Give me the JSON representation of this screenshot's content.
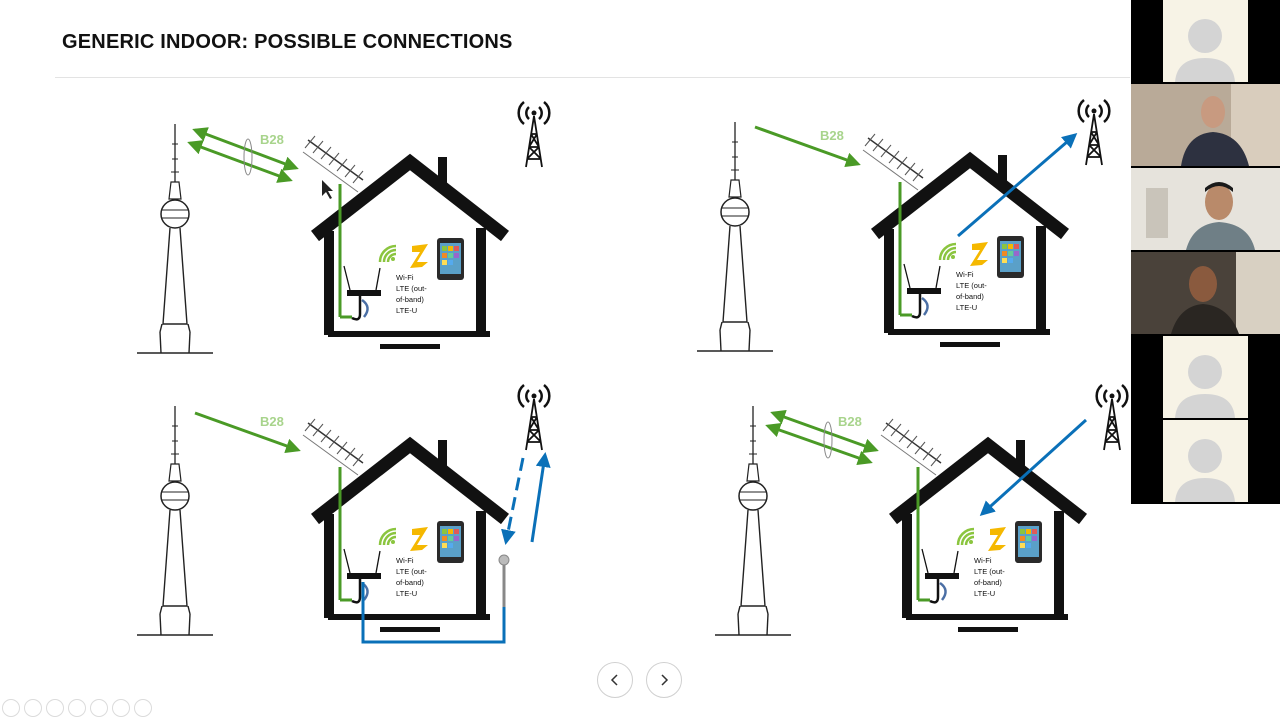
{
  "slide": {
    "title": "GENERIC INDOOR: POSSIBLE CONNECTIONS"
  },
  "colors": {
    "green": "#4a9a26",
    "blue": "#0a70b8",
    "b28_label": "#a8d48c",
    "house": "#111111",
    "wifi": "#8bc53f",
    "zigbee": "#f5b800"
  },
  "scenarios": [
    {
      "band_label": "B28",
      "device_labels": [
        "Wi-Fi",
        "LTE (out-",
        "of-band)",
        "LTE-U"
      ]
    },
    {
      "band_label": "B28",
      "device_labels": [
        "Wi-Fi",
        "LTE (out-",
        "of-band)",
        "LTE-U"
      ]
    },
    {
      "band_label": "B28",
      "device_labels": [
        "Wi-Fi",
        "LTE (out-",
        "of-band)",
        "LTE-U"
      ]
    },
    {
      "band_label": "B28",
      "device_labels": [
        "Wi-Fi",
        "LTE (out-",
        "of-band)",
        "LTE-U"
      ]
    }
  ],
  "icons": {
    "prev": "chevron-left-icon",
    "next": "chevron-right-icon"
  },
  "participants": [
    {
      "type": "avatar"
    },
    {
      "type": "video"
    },
    {
      "type": "video"
    },
    {
      "type": "video"
    },
    {
      "type": "avatar"
    },
    {
      "type": "avatar"
    }
  ]
}
